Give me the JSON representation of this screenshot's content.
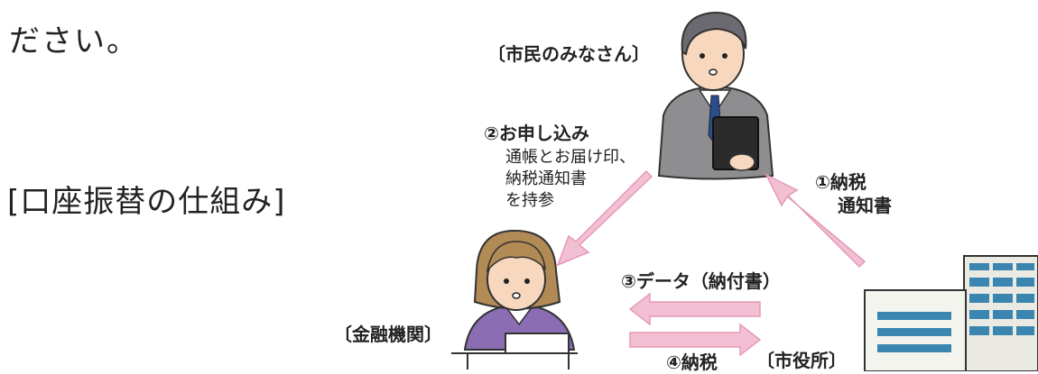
{
  "intro_text": "ださい。",
  "section_heading": "[口座振替の仕組み]",
  "actors": {
    "citizen": "〔市民のみなさん〕",
    "bank": "〔金融機関〕",
    "city_hall": "〔市役所〕"
  },
  "steps": {
    "step1_title": "①納税",
    "step1_line2": "通知書",
    "step2_title": "②お申し込み",
    "step2_line1": "通帳とお届け印、",
    "step2_line2": "納税通知書",
    "step2_line3": "を持参",
    "step3": "③データ（納付書）",
    "step4": "④納税"
  },
  "colors": {
    "arrow_fill": "#f2bfd3",
    "arrow_stroke": "#e49ab8",
    "suit": "#8e8e90",
    "bank_clothes": "#8a6db3",
    "building": "#eaeae2",
    "window": "#3a86b0"
  }
}
